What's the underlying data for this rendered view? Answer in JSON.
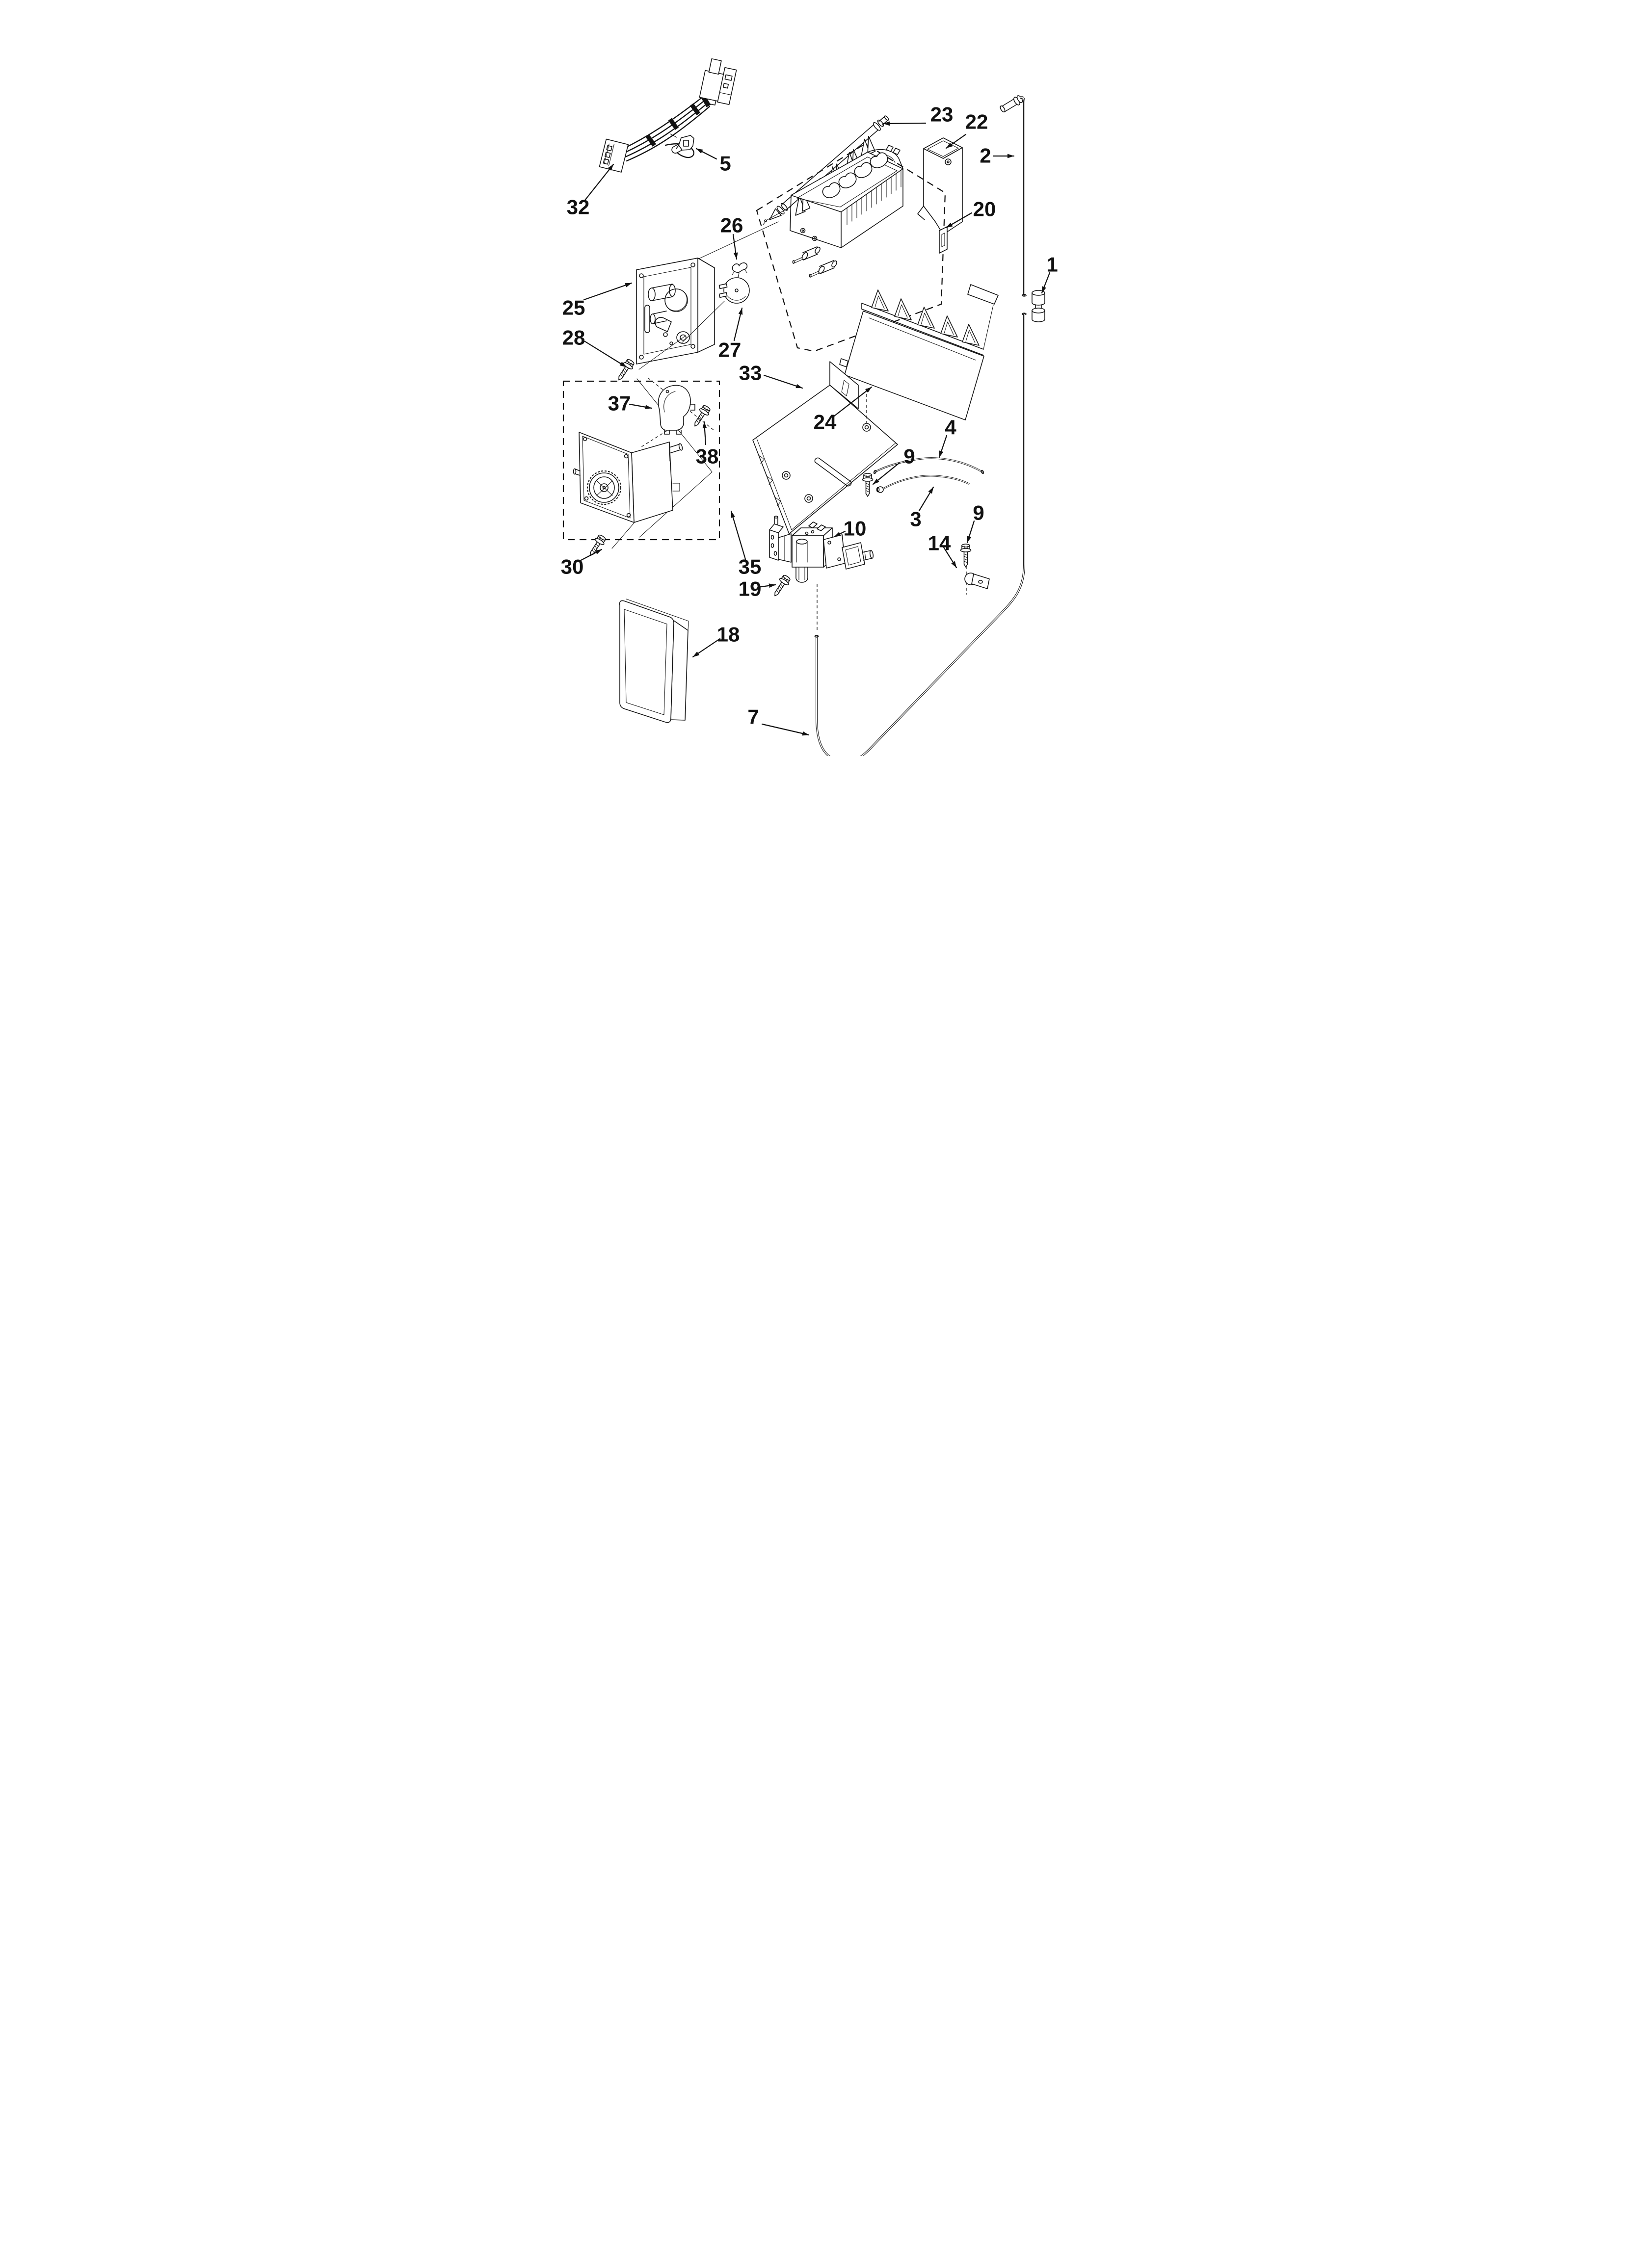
{
  "page": {
    "background": "#ffffff",
    "ink": "#111111"
  },
  "diagram": {
    "callouts": [
      {
        "label": "32"
      },
      {
        "label": "5"
      },
      {
        "label": "23"
      },
      {
        "label": "22"
      },
      {
        "label": "2"
      },
      {
        "label": "20"
      },
      {
        "label": "1"
      },
      {
        "label": "26"
      },
      {
        "label": "25"
      },
      {
        "label": "28"
      },
      {
        "label": "27"
      },
      {
        "label": "33"
      },
      {
        "label": "9"
      },
      {
        "label": "4"
      },
      {
        "label": "3"
      },
      {
        "label": "9"
      },
      {
        "label": "14"
      },
      {
        "label": "10"
      },
      {
        "label": "19"
      },
      {
        "label": "37"
      },
      {
        "label": "38"
      },
      {
        "label": "30"
      },
      {
        "label": "35"
      },
      {
        "label": "18"
      },
      {
        "label": "7"
      },
      {
        "label": "24"
      }
    ]
  }
}
